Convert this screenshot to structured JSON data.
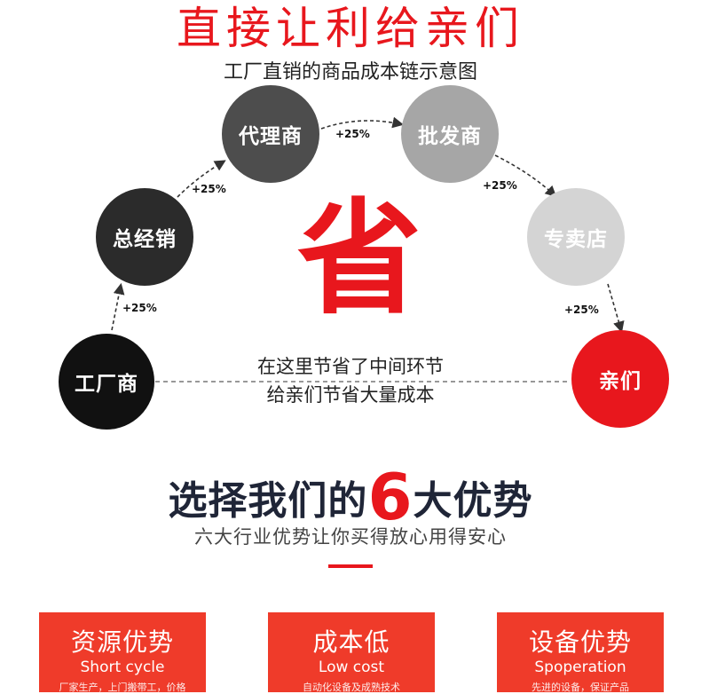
{
  "header": {
    "title": "直接让利给亲们",
    "subtitle": "工厂直销的商品成本链示意图"
  },
  "chain": {
    "nodes": [
      {
        "label": "工厂商",
        "color": "#111111"
      },
      {
        "label": "总经销",
        "color": "#2b2b2b"
      },
      {
        "label": "代理商",
        "color": "#4d4d4d"
      },
      {
        "label": "批发商",
        "color": "#a6a6a6"
      },
      {
        "label": "专卖店",
        "color": "#d4d4d4"
      },
      {
        "label": "亲们",
        "color": "#e8171d"
      }
    ],
    "markups": [
      "+25%",
      "+25%",
      "+25%",
      "+25%",
      "+25%"
    ],
    "save_char": "省",
    "save_line1": "在这里节省了中间环节",
    "save_line2": "给亲们节省大量成本"
  },
  "advantages": {
    "heading_pre": "选择我们的",
    "heading_num": "6",
    "heading_post": "大优势",
    "subheading": "六大行业优势让你买得放心用得安心",
    "cards": [
      {
        "title": "资源优势",
        "subtitle": "Short cycle",
        "text": "厂家生产，上门搬带工，价格"
      },
      {
        "title": "成本低",
        "subtitle": "Low cost",
        "text": "自动化设备及成熟技术"
      },
      {
        "title": "设备优势",
        "subtitle": "Spoperation",
        "text": "先进的设备，保证产品"
      }
    ]
  },
  "colors": {
    "accent": "#e8171d",
    "card": "#ef3b2a",
    "heading": "#1f2537"
  }
}
